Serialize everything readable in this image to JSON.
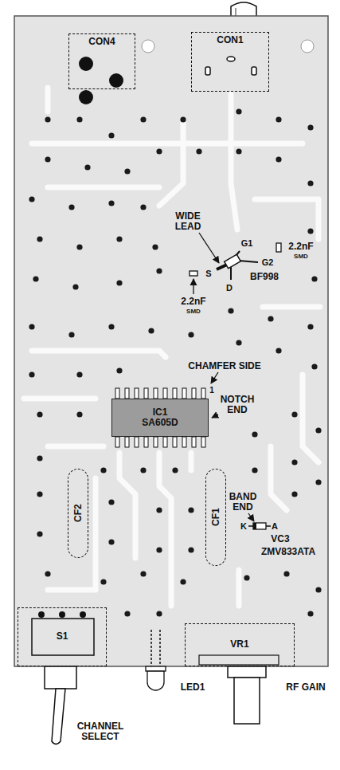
{
  "diagram": {
    "nodes": [
      {
        "text": [
          "CON4"
        ]
      },
      {
        "text": [
          "CON1"
        ]
      },
      {
        "text": [
          "IC1",
          "SA605D"
        ]
      },
      {
        "text": [
          "CF2"
        ]
      },
      {
        "text": [
          "CF1"
        ]
      },
      {
        "text": [
          "S1"
        ]
      },
      {
        "text": [
          "VR1"
        ]
      }
    ],
    "labels": [
      "WIDE LEAD",
      "G1",
      "S",
      "G2",
      "D",
      "2.2nF",
      "SMD",
      "BF998",
      "2.2nF",
      "SMD",
      "CHAMFER SIDE",
      "1",
      "NOTCH END",
      "BAND END",
      "K",
      "A",
      "VC3",
      "ZMV833ATA",
      "LED1",
      "RF GAIN",
      "CHANNEL SELECT"
    ]
  }
}
